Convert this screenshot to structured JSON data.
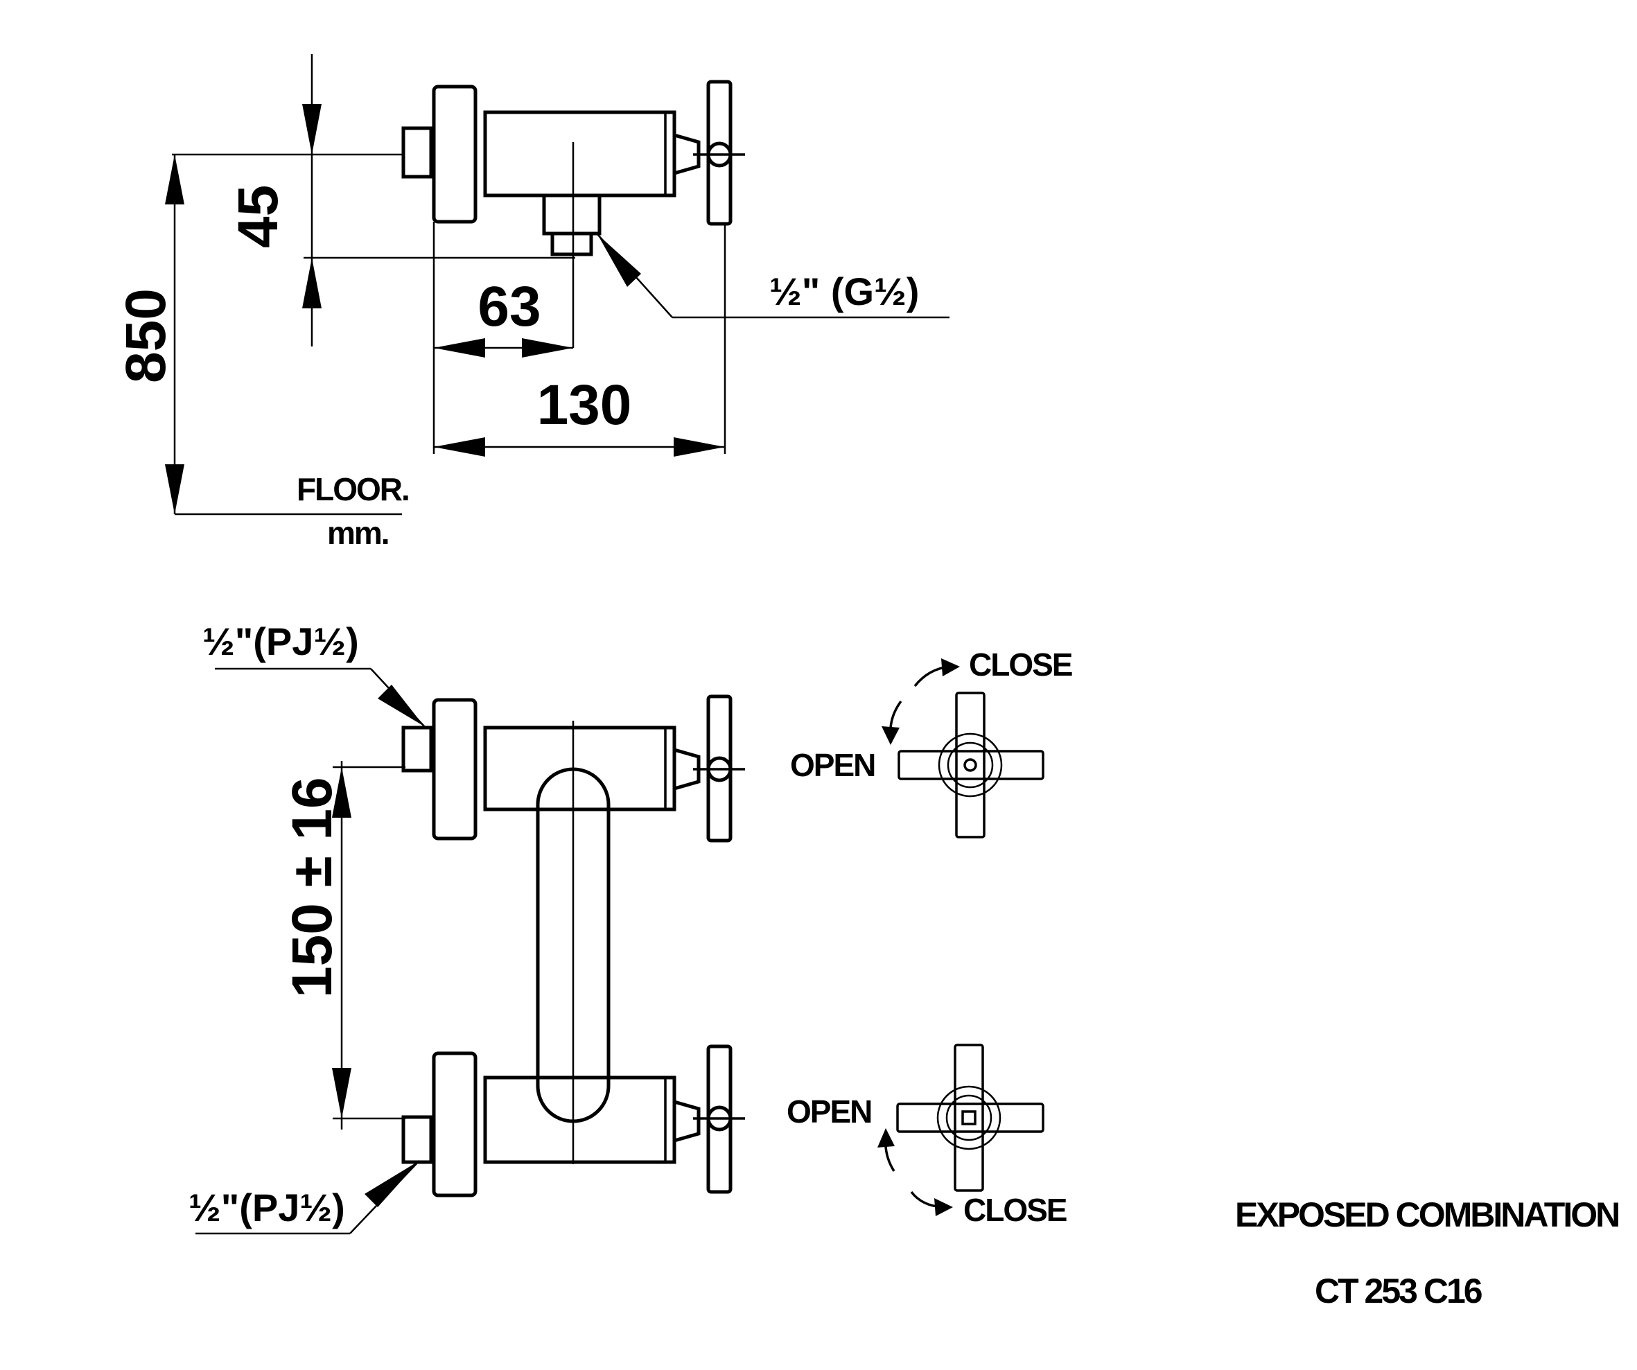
{
  "dimensions": {
    "height_from_floor": "850",
    "outlet_offset": "45",
    "outlet_distance": "63",
    "projection": "130",
    "inlet_spacing": "150 ± 16"
  },
  "units": {
    "floor_label": "FLOOR.",
    "unit_label": "mm."
  },
  "threads": {
    "outlet": "½\" (G½)",
    "inlet_top": "½\"(PJ½)",
    "inlet_bottom": "½\"(PJ½)"
  },
  "handle_directions": {
    "top": {
      "close": "CLOSE",
      "open": "OPEN"
    },
    "bottom": {
      "open": "OPEN",
      "close": "CLOSE"
    }
  },
  "product": {
    "name": "EXPOSED COMBINATION",
    "code": "CT 253 C16"
  }
}
